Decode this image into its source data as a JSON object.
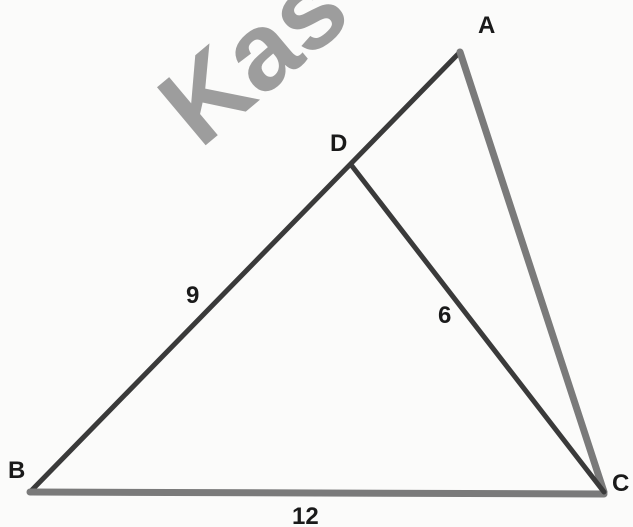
{
  "watermark": {
    "text": "Kas"
  },
  "vertices": {
    "A": {
      "label": "A"
    },
    "B": {
      "label": "B"
    },
    "C": {
      "label": "C"
    },
    "D": {
      "label": "D"
    }
  },
  "segments": {
    "BD": {
      "length": "9"
    },
    "DC": {
      "length": "6"
    },
    "BC": {
      "length": "12"
    }
  }
}
